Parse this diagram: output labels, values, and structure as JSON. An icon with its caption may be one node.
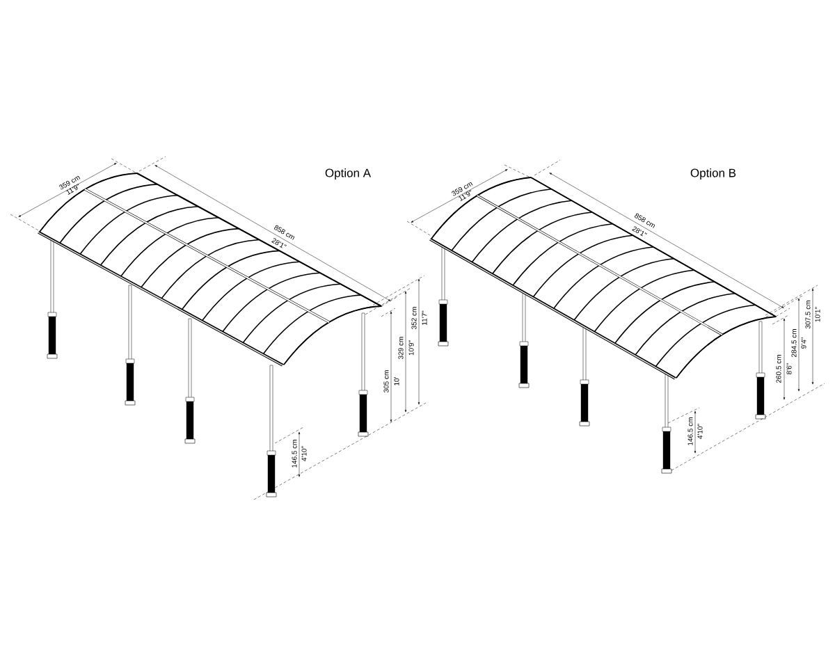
{
  "diagram": {
    "labels": [
      "Option A",
      "359 cm",
      "11'9\"",
      "858 cm",
      "28'1\"",
      "305 cm",
      "10'",
      "329 cm",
      "10'9\"",
      "352 cm",
      "11'7\"",
      "146.5 cm",
      "4'10\"",
      "Option B",
      "359 cm",
      "11'9\"",
      "858 cm",
      "28'1\"",
      "260.5 cm",
      "8'6\"",
      "284.5 cm",
      "9'4\"",
      "307.5 cm",
      "10'1\"",
      "146.5 cm",
      "4'10\""
    ]
  }
}
